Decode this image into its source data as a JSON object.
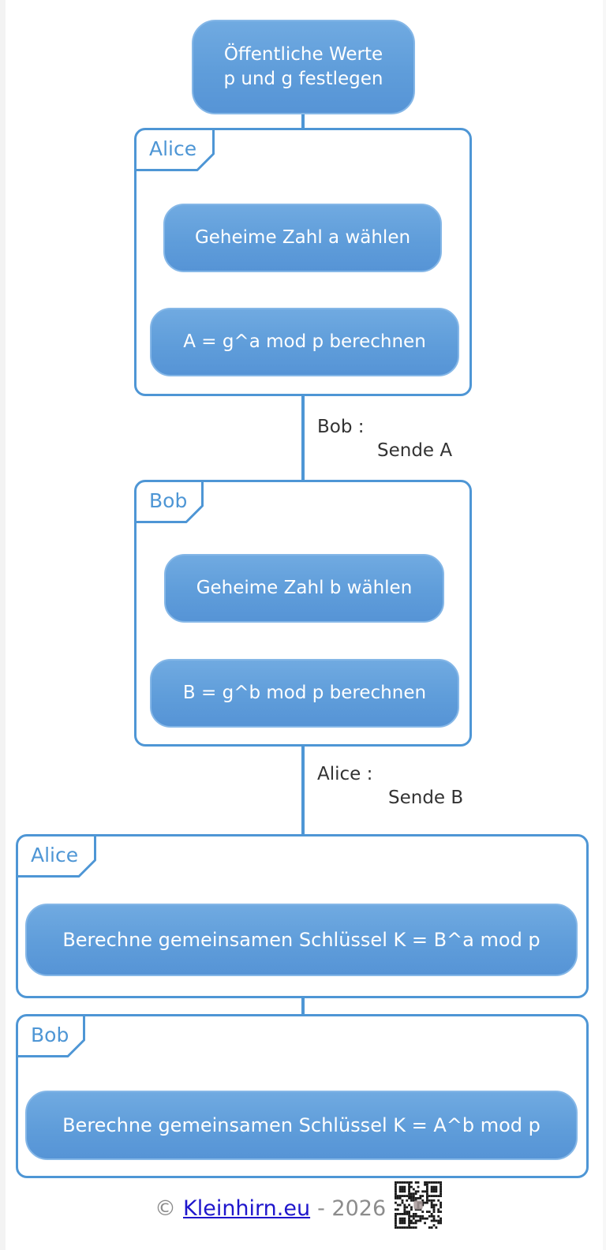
{
  "colors": {
    "accent": "#4E96D5",
    "node_border": "#85B7E7",
    "node_text": "#FFFFFF",
    "message_text": "#333333",
    "link": "#1F16CC",
    "footer_gray": "#8C8C8C"
  },
  "diagram": {
    "start_node": {
      "line1": "Öffentliche Werte",
      "line2": "p und g festlegen"
    },
    "groups": [
      {
        "label": "Alice",
        "nodes": [
          "Geheime Zahl a wählen",
          "A = g^a mod p berechnen"
        ]
      },
      {
        "label": "Bob",
        "nodes": [
          "Geheime Zahl b wählen",
          "B = g^b mod p berechnen"
        ]
      },
      {
        "label": "Alice",
        "nodes": [
          "Berechne gemeinsamen Schlüssel K = B^a mod p"
        ]
      },
      {
        "label": "Bob",
        "nodes": [
          "Berechne gemeinsamen Schlüssel K = A^b mod p"
        ]
      }
    ],
    "messages": [
      {
        "target": "Bob :",
        "action": "Sende A"
      },
      {
        "target": "Alice :",
        "action": "Sende B"
      }
    ]
  },
  "footer": {
    "copyright": "©",
    "link_text": "Kleinhirn.eu",
    "year_suffix": "- 2026"
  }
}
